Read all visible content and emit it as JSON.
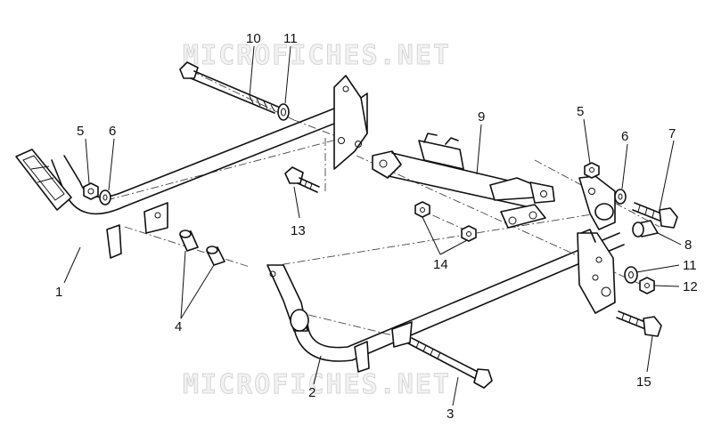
{
  "watermark": {
    "text": "MICROFICHES.NET",
    "color": "#cfcfcf"
  },
  "callouts": {
    "c1": "1",
    "c2": "2",
    "c3": "3",
    "c4": "4",
    "c5a": "5",
    "c5b": "5",
    "c6a": "6",
    "c6b": "6",
    "c7": "7",
    "c8": "8",
    "c9": "9",
    "c10": "10",
    "c11a": "11",
    "c11b": "11",
    "c12": "12",
    "c13": "13",
    "c14": "14",
    "c15": "15"
  }
}
